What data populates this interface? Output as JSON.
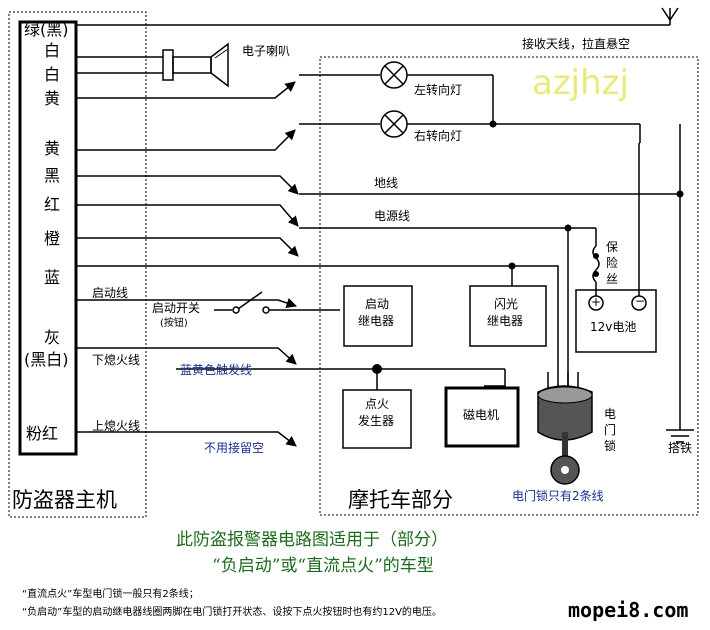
{
  "host": {
    "title": "防盗器主机",
    "wire_colors": [
      "绿(黑)",
      "白",
      "白",
      "黄",
      "黄",
      "黑",
      "红",
      "橙",
      "蓝",
      "灰",
      "(黑白)",
      "粉红"
    ]
  },
  "moto": {
    "title": "摩托车部分"
  },
  "labels": {
    "antenna": "接收天线，拉直悬空",
    "speaker": "电子喇叭",
    "left_turn": "左转向灯",
    "right_turn": "右转向灯",
    "ground": "地线",
    "power": "电源线",
    "fuse": [
      "保",
      "险",
      "丝"
    ],
    "battery": "12v电池",
    "start_wire": "启动线",
    "start_switch": "启动开关",
    "start_switch_sub": "(按钮)",
    "start_relay": [
      "启动",
      "继电器"
    ],
    "flash_relay": [
      "闪光",
      "继电器"
    ],
    "lower_kill": "下熄火线",
    "trigger": "蓝黄色触发线",
    "ignition_gen": [
      "点火",
      "发生器"
    ],
    "magneto": "磁电机",
    "ignition_lock": [
      "电",
      "门",
      "锁"
    ],
    "upper_kill": "上熄火线",
    "unused": "不用接留空",
    "lock_note": "电门锁只有2条线",
    "chassis": "搭铁"
  },
  "watermark": "azjhzj",
  "caption": {
    "line1": "此防盗报警器电路图适用于（部分）",
    "line2": "“负启动”或“直流点火”的车型"
  },
  "notes": {
    "n1": "“直流点火”车型电门锁一般只有2条线；",
    "n2": "“负启动”车型的启动继电器线圈两脚在电门锁打开状态、设按下点火按钮时也有约12V的电压。"
  },
  "site": "mopei8.com"
}
